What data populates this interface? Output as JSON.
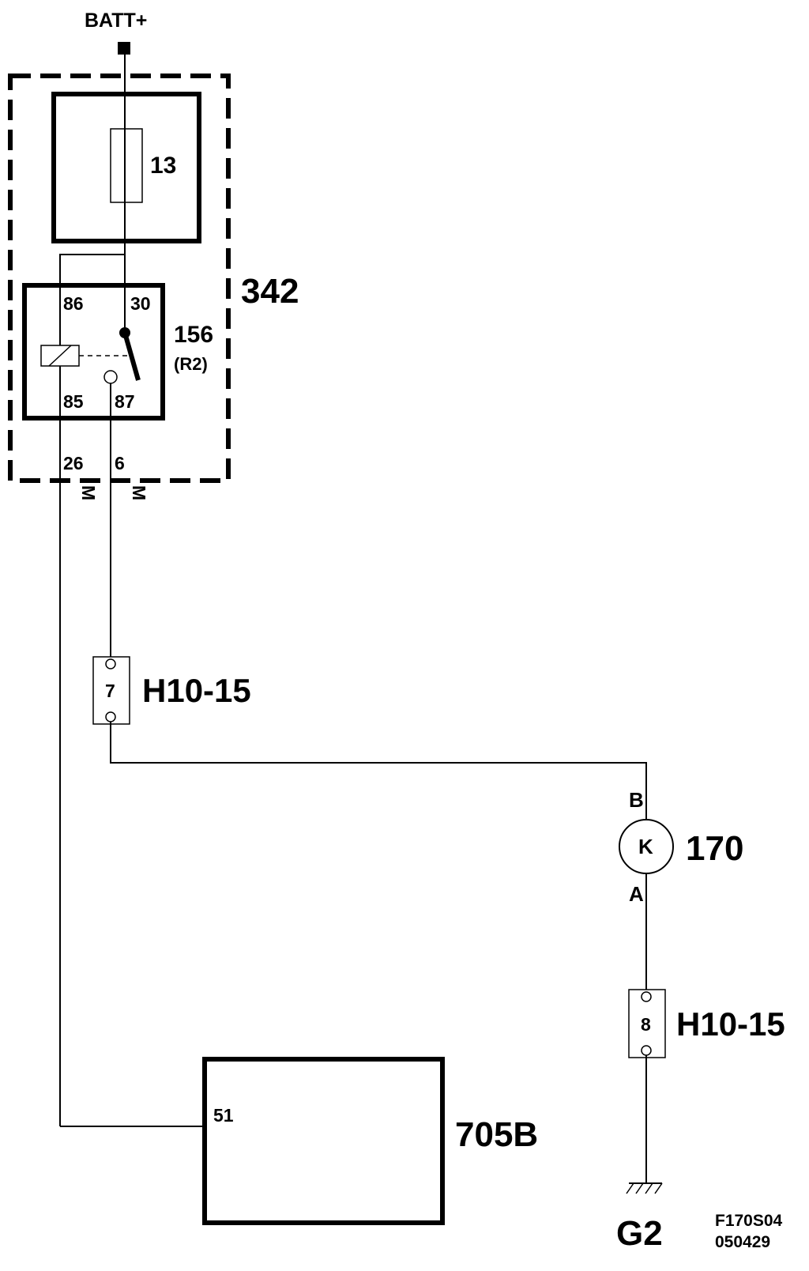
{
  "supply": {
    "label": "BATT+"
  },
  "fuse": {
    "number": "13"
  },
  "fuse_box": {
    "id": "342"
  },
  "relay": {
    "id": "156",
    "sub_id": "(R2)",
    "pins": {
      "p86": "86",
      "p30": "30",
      "p85": "85",
      "p87": "87"
    }
  },
  "box_terminals": {
    "t1": {
      "number": "26",
      "color": "M"
    },
    "t2": {
      "number": "6",
      "color": "M"
    }
  },
  "connector_1": {
    "id": "H10-15",
    "pin": "7"
  },
  "motor": {
    "id": "170",
    "symbol": "K",
    "pin_b": "B",
    "pin_a": "A"
  },
  "connector_2": {
    "id": "H10-15",
    "pin": "8"
  },
  "control_unit": {
    "id": "705B",
    "pin": "51"
  },
  "ground": {
    "id": "G2"
  },
  "drawing_ref": {
    "code": "F170S04",
    "date": "050429"
  }
}
